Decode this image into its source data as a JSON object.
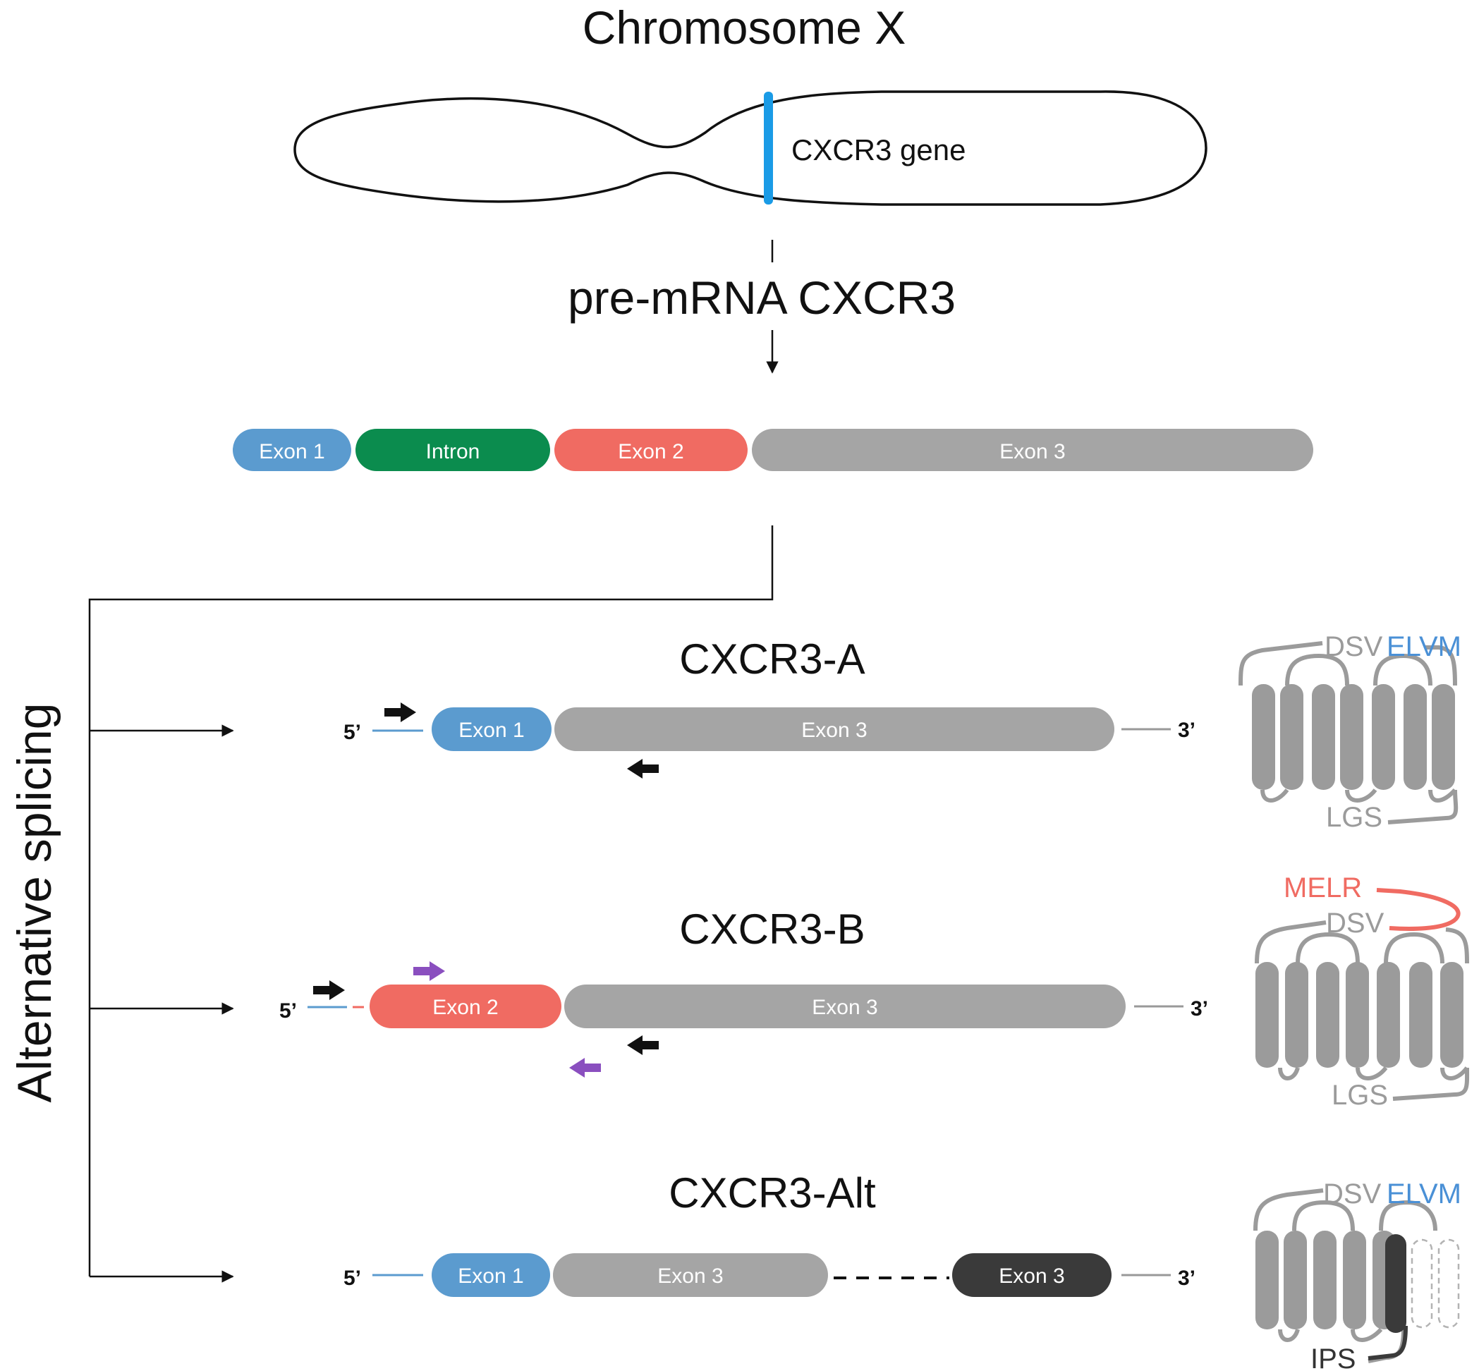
{
  "chromosome": {
    "title": "Chromosome X",
    "gene_label": "CXCR3 gene"
  },
  "premrna": {
    "title": "pre-mRNA CXCR3",
    "segments": {
      "exon1": "Exon 1",
      "intron": "Intron",
      "exon2": "Exon 2",
      "exon3": "Exon 3"
    }
  },
  "splicing_label": "Alternative splicing",
  "isoforms": {
    "a": {
      "title": "CXCR3-A",
      "five_prime": "5’",
      "three_prime": "3’",
      "exon_first": "Exon 1",
      "exon_second": "Exon 3",
      "motifs": {
        "top_gray": "DSV",
        "top_colored": "ELVM",
        "bottom": "LGS"
      }
    },
    "b": {
      "title": "CXCR3-B",
      "five_prime": "5’",
      "three_prime": "3’",
      "exon_first": "Exon 2",
      "exon_second": "Exon 3",
      "motifs": {
        "top_colored": "MELR",
        "top_gray": "DSV",
        "bottom": "LGS"
      }
    },
    "alt": {
      "title": "CXCR3-Alt",
      "five_prime": "5’",
      "three_prime": "3’",
      "exon_first": "Exon 1",
      "exon_second": "Exon 3",
      "exon_third": "Exon 3",
      "motifs": {
        "top_gray": "DSV",
        "top_colored": "ELVM",
        "bottom": "IPS"
      }
    }
  },
  "colors": {
    "exon1": "#5b9bcf",
    "intron": "#0b8c4e",
    "exon2": "#f06b62",
    "exon3": "#a5a5a5",
    "exon3_alt_dark": "#3a3a3a",
    "gene_band": "#1a9be6",
    "primer_black": "#111111",
    "primer_purple": "#8a4fbf",
    "motif_gray": "#9b9b9b",
    "motif_blue": "#4a90d6",
    "motif_red": "#f06b62"
  },
  "icons": {
    "primer": "arrow-icon",
    "receptor": "seven-transmembrane-receptor-icon"
  }
}
